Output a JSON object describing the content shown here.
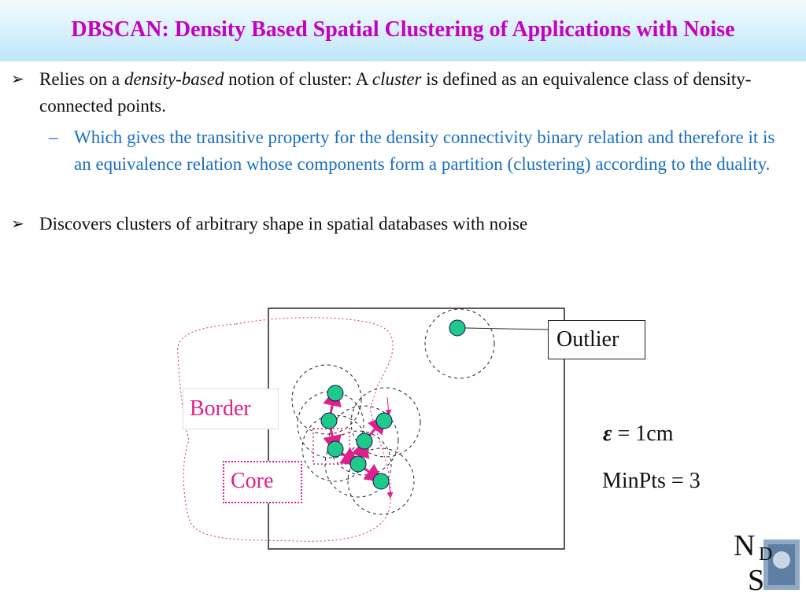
{
  "slide": {
    "title": "DBSCAN: Density Based Spatial Clustering of Applications with Noise",
    "bullets": {
      "b1_pre": "Relies on a ",
      "b1_em1": "density-based",
      "b1_mid": " notion of cluster:  A ",
      "b1_em2": "cluster",
      "b1_post": " is defined as an equivalence class of density-connected points.",
      "sub1": "Which gives the transitive property for the density connectivity binary relation and therefore it is an equivalence relation whose components form a partition (clustering) according to the duality.",
      "b2": "Discovers clusters of arbitrary shape in spatial databases with noise"
    },
    "markers": {
      "bullet": "➢",
      "dash": "–"
    },
    "diagram": {
      "outlier_label": "Outlier",
      "border_label": "Border",
      "core_label": "Core",
      "epsilon_symbol": "ε",
      "epsilon_value": " = 1cm",
      "minpts": "MinPts = 3",
      "colors": {
        "point": "#1ec98a",
        "arrow": "#e0208a",
        "label": "#e0208a"
      }
    },
    "logo": {
      "letter_top": "N",
      "letter_mid": "D",
      "letter_bottom": "S"
    }
  }
}
